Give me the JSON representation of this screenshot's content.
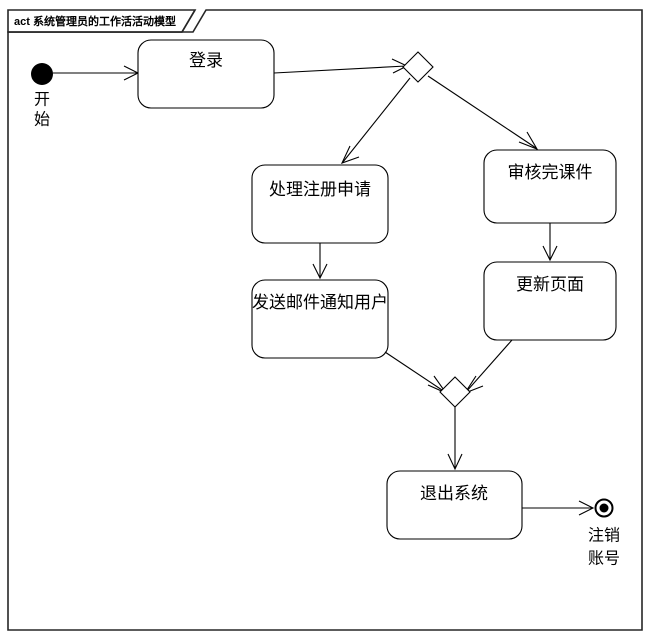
{
  "diagram": {
    "frame_title": "act 系统管理员的工作活活动模型",
    "type": "uml-activity-diagram",
    "nodes": {
      "start": {
        "kind": "initial-node",
        "label_line1": "开",
        "label_line2": "始"
      },
      "login": {
        "kind": "action",
        "label": "登录"
      },
      "decision1": {
        "kind": "decision",
        "label": ""
      },
      "handle_registration": {
        "kind": "action",
        "label": "处理注册申请"
      },
      "send_email": {
        "kind": "action",
        "label": "发送邮件通知用户"
      },
      "review_courseware": {
        "kind": "action",
        "label": "审核完课件"
      },
      "update_page": {
        "kind": "action",
        "label": "更新页面"
      },
      "merge1": {
        "kind": "merge",
        "label": ""
      },
      "logout": {
        "kind": "action",
        "label": "退出系统"
      },
      "end": {
        "kind": "final-node",
        "label_line1": "注销",
        "label_line2": "账号"
      }
    },
    "edges": [
      {
        "from": "start",
        "to": "login",
        "label": ""
      },
      {
        "from": "login",
        "to": "decision1",
        "label": ""
      },
      {
        "from": "decision1",
        "to": "handle_registration",
        "label": ""
      },
      {
        "from": "decision1",
        "to": "review_courseware",
        "label": ""
      },
      {
        "from": "handle_registration",
        "to": "send_email",
        "label": ""
      },
      {
        "from": "review_courseware",
        "to": "update_page",
        "label": ""
      },
      {
        "from": "send_email",
        "to": "merge1",
        "label": ""
      },
      {
        "from": "update_page",
        "to": "merge1",
        "label": ""
      },
      {
        "from": "merge1",
        "to": "logout",
        "label": ""
      },
      {
        "from": "logout",
        "to": "end",
        "label": ""
      }
    ],
    "colors": {
      "stroke": "#000000",
      "frame_stroke": "#262626",
      "fill": "#ffffff",
      "background": "#ffffff"
    }
  }
}
